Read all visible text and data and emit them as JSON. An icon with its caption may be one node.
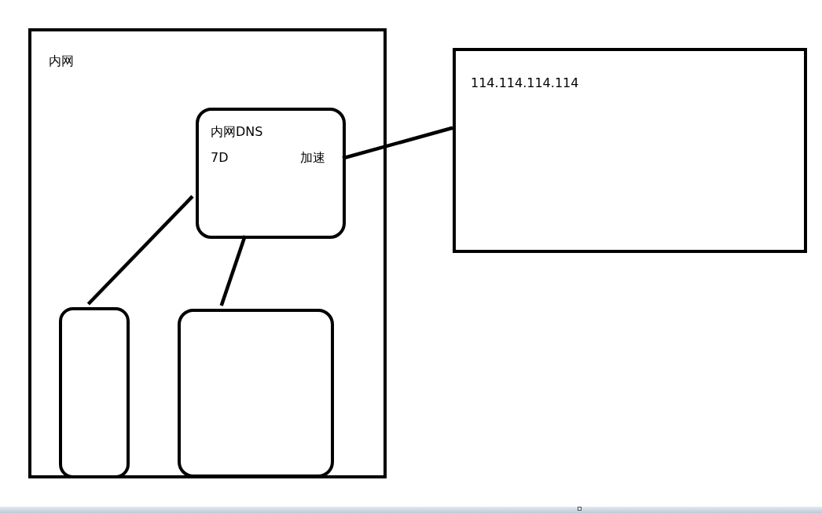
{
  "diagram": {
    "nodes": [
      {
        "text": [
          "内网"
        ]
      },
      {
        "text": [
          "内网DNS",
          "7D",
          "加速"
        ],
        "in": 0
      },
      {
        "text": [],
        "shape": "box",
        "in": 0
      },
      {
        "text": [],
        "shape": "box",
        "in": 0
      },
      {
        "text": [
          "114.114.114.114"
        ]
      }
    ],
    "edges": [
      {
        "from": 1,
        "to": 2,
        "arrow": "none"
      },
      {
        "from": 1,
        "to": 3,
        "arrow": "none"
      },
      {
        "from": 1,
        "to": 4,
        "arrow": "none"
      }
    ]
  }
}
